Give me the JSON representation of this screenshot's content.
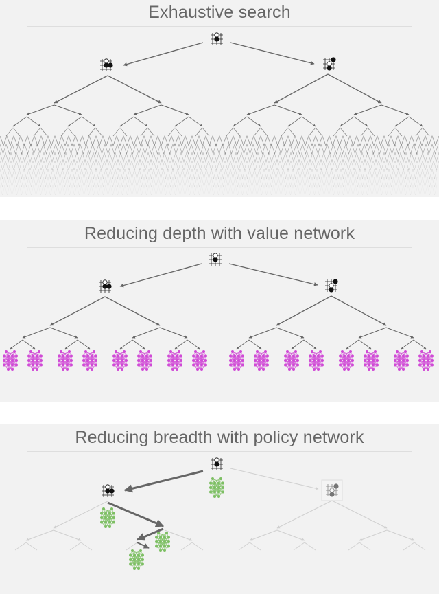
{
  "panels": [
    {
      "title": "Exhaustive search"
    },
    {
      "title": "Reducing depth with value network"
    },
    {
      "title": "Reducing breadth with policy network"
    }
  ],
  "colors": {
    "panel_bg": "#f2f2f2",
    "edge": "#666666",
    "edge_faded": "#d0d0d0",
    "value_network": "#d04ad6",
    "policy_network": "#7dbf63",
    "title": "#666666"
  },
  "icons": {
    "board": "go-board-icon",
    "value_net": "value-network-icon",
    "policy_net": "policy-network-icon"
  }
}
